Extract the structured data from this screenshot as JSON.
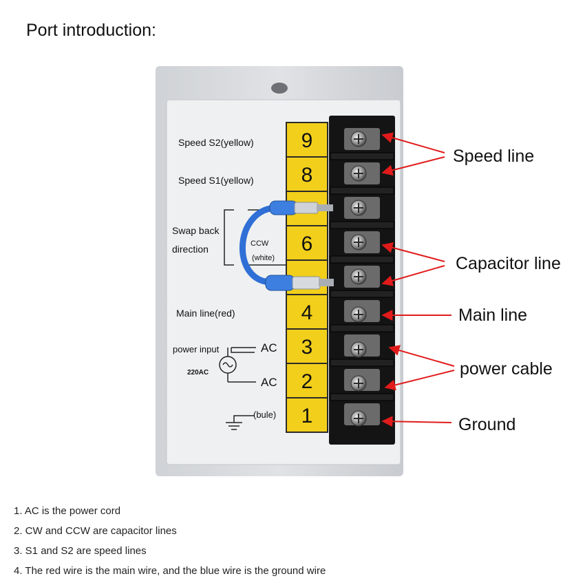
{
  "title": "Port introduction:",
  "terminals": [
    {
      "num": "9",
      "label": "Speed S2(yellow)"
    },
    {
      "num": "8",
      "label": "Speed S1(yellow)"
    },
    {
      "num": "",
      "label": ""
    },
    {
      "num": "6",
      "label": ""
    },
    {
      "num": "",
      "label": ""
    },
    {
      "num": "4",
      "label": "Main line(red)"
    },
    {
      "num": "3",
      "label": ""
    },
    {
      "num": "2",
      "label": ""
    },
    {
      "num": "1",
      "label": "(bule)"
    }
  ],
  "panel_labels": {
    "swap_1": "Swap back",
    "swap_2": "direction",
    "ccw": "CCW",
    "white": "(white)",
    "power_input": "power input",
    "ac_top": "AC",
    "ac_bottom": "AC",
    "voltage": "220AC"
  },
  "callouts": {
    "speed_line": "Speed line",
    "capacitor_line": "Capacitor line",
    "main_line": "Main line",
    "power_cable": "power cable",
    "ground": "Ground"
  },
  "notes": [
    "1. AC is the power cord",
    "2. CW and CCW are capacitor lines",
    "3. S1 and S2 are speed lines",
    "4. The red wire is the main wire, and the blue wire is the ground wire"
  ],
  "colors": {
    "terminal_yellow": "#f2cf1b",
    "arrow_red": "#e11b1b",
    "jumper_blue": "#2f6fd6",
    "board_gray": "#d9dbde"
  }
}
